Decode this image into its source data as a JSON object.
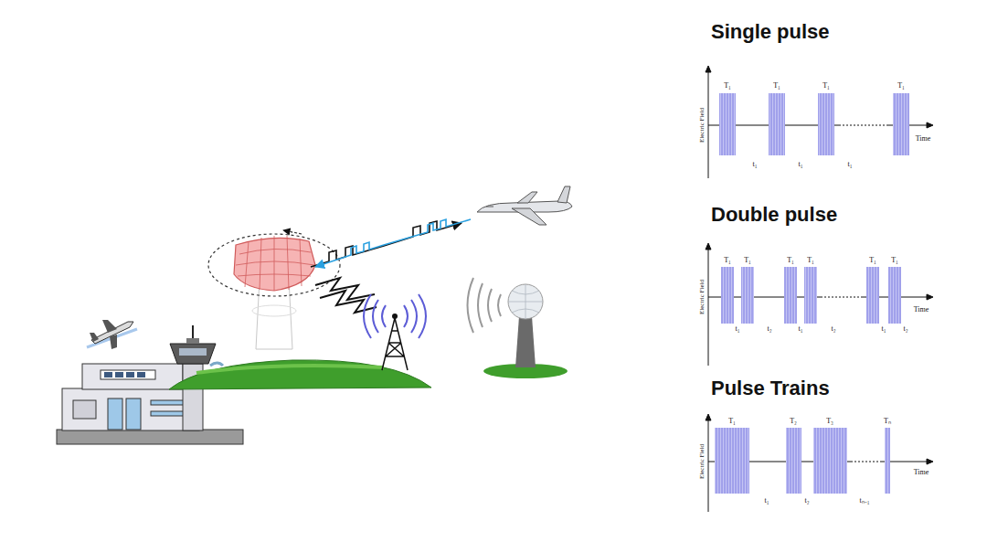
{
  "diagram": {
    "labels": [
      "Single pulse",
      "Electric Field",
      "T₁",
      "T₁",
      "T₁",
      "T₁",
      "t₁",
      "t₁",
      "t₁",
      "Time",
      "Double pulse",
      "Electric Field",
      "T₁",
      "T₁",
      "T₁",
      "T₁",
      "T₁",
      "T₁",
      "t₁",
      "t₂",
      "t₁",
      "t₂",
      "t₁",
      "t₂",
      "Time",
      "Pulse Trains",
      "Electric Field",
      "T₁",
      "T₂",
      "T₃",
      "Tₙ",
      "t₁",
      "t₂",
      "tₙ₋₁",
      "Time"
    ]
  }
}
